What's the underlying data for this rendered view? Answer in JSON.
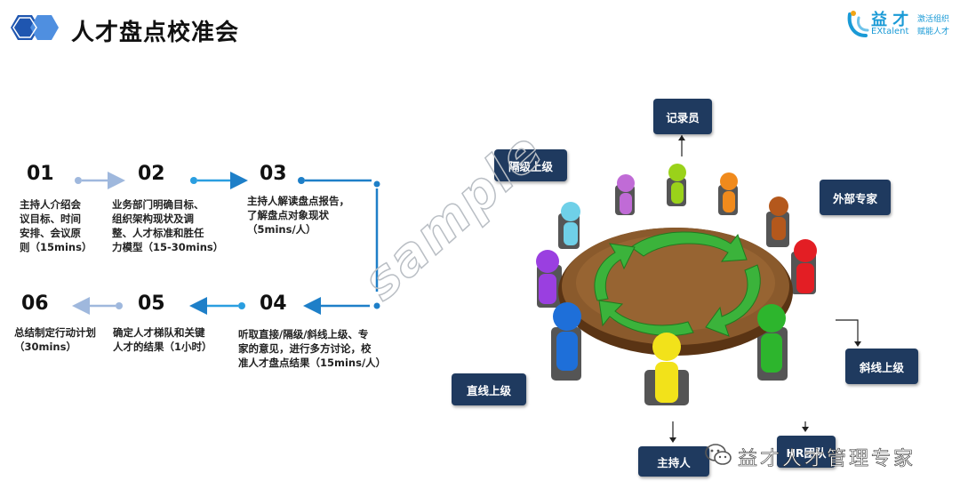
{
  "header": {
    "title": "人才盘点校准会",
    "logo": {
      "name_cn": "益 才",
      "name_en": "EXtalent",
      "slogan_line1": "激活组织",
      "slogan_line2": "赋能人才"
    }
  },
  "steps": [
    {
      "num": "01",
      "lines": [
        "主持人介绍会",
        "议目标、时间",
        "安排、会议原",
        "则（15mins）"
      ]
    },
    {
      "num": "02",
      "lines": [
        "业务部门明确目标、",
        "组织架构现状及调",
        "整、人才标准和胜任",
        "力模型（15-30mins）"
      ]
    },
    {
      "num": "03",
      "lines": [
        "主持人解读盘点报告，",
        "了解盘点对象现状",
        "（5mins/人）"
      ]
    },
    {
      "num": "04",
      "lines": [
        "听取直接/隔级/斜线上级、专",
        "家的意见，进行多方讨论，校",
        "准人才盘点结果（15mins/人）"
      ]
    },
    {
      "num": "05",
      "lines": [
        "确定人才梯队和关键",
        "人才的结果（1小时）"
      ]
    },
    {
      "num": "06",
      "lines": [
        "总结制定行动计划",
        "（30mins）"
      ]
    }
  ],
  "roles": {
    "recorder": "记录员",
    "skip_level": "隔级上级",
    "external_expert": "外部专家",
    "dotted_line": "斜线上级",
    "direct_superior": "直线上级",
    "host": "主持人",
    "hr_team": "HR团队"
  },
  "watermark": "sample",
  "footer": {
    "wechat_account": "益才人才管理专家"
  },
  "colors": {
    "role_box": "#1f3a5f",
    "flow_dark": "#1e7fc8",
    "flow_light": "#9fb8dd",
    "hex_dark": "#1f56b0",
    "hex_light": "#4f8fe0"
  }
}
